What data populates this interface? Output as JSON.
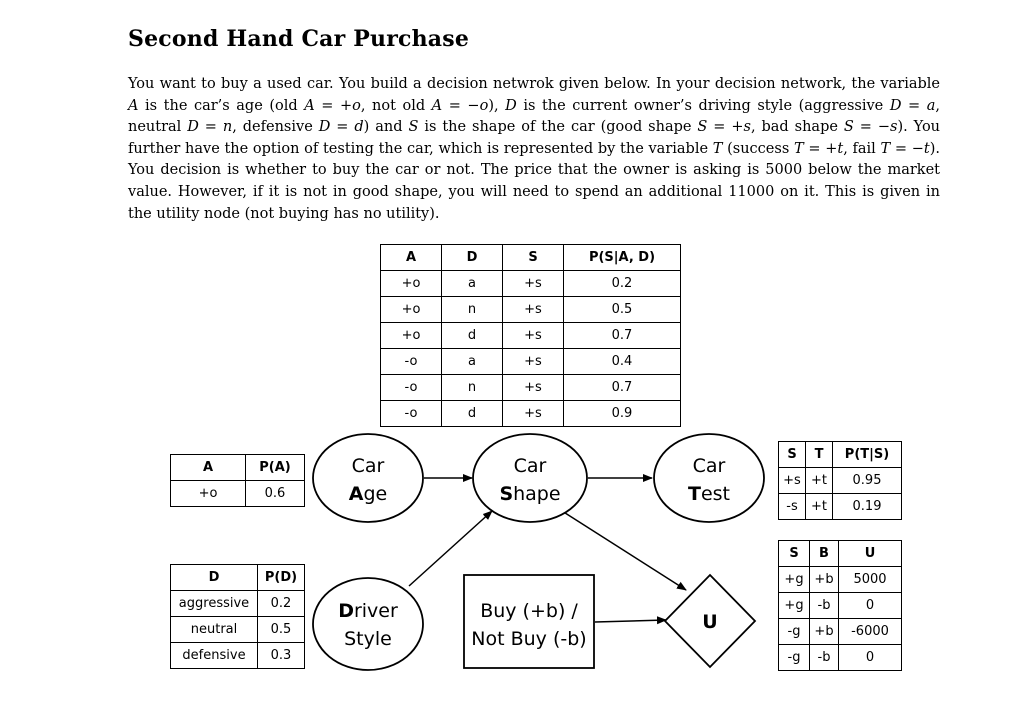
{
  "title": "Second Hand Car Purchase",
  "intro": [
    {
      "t": "You want to buy a used car. You build a decision netwrok given below. In your decision network, the variable "
    },
    {
      "m": "A"
    },
    {
      "t": " is the car’s age (old "
    },
    {
      "m": "A"
    },
    {
      "t": " = +"
    },
    {
      "m": "o"
    },
    {
      "t": ", not old "
    },
    {
      "m": "A"
    },
    {
      "t": " = −"
    },
    {
      "m": "o"
    },
    {
      "t": "), "
    },
    {
      "m": "D"
    },
    {
      "t": " is the current owner’s driving style (aggressive "
    },
    {
      "m": "D"
    },
    {
      "t": " = "
    },
    {
      "m": "a"
    },
    {
      "t": ", neutral "
    },
    {
      "m": "D"
    },
    {
      "t": " = "
    },
    {
      "m": "n"
    },
    {
      "t": ", defensive "
    },
    {
      "m": "D"
    },
    {
      "t": " = "
    },
    {
      "m": "d"
    },
    {
      "t": ") and "
    },
    {
      "m": "S"
    },
    {
      "t": " is the shape of the car (good shape "
    },
    {
      "m": "S"
    },
    {
      "t": " = +"
    },
    {
      "m": "s"
    },
    {
      "t": ", bad shape "
    },
    {
      "m": "S"
    },
    {
      "t": " = −"
    },
    {
      "m": "s"
    },
    {
      "t": "). You further have the option of testing the car, which is represented by the variable "
    },
    {
      "m": "T"
    },
    {
      "t": " (success "
    },
    {
      "m": "T"
    },
    {
      "t": " = +"
    },
    {
      "m": "t"
    },
    {
      "t": ", fail "
    },
    {
      "m": "T"
    },
    {
      "t": " = −"
    },
    {
      "m": "t"
    },
    {
      "t": "). You decision is whether to buy the car or not. The price that the owner is asking is 5000 below the market value. However, if it is not in good shape, you will need to spend an additional 11000 on it. This is given in the utility node (not buying has no utility)."
    }
  ],
  "nodes": {
    "car_age": {
      "line1": "Car",
      "line2": "Age"
    },
    "car_shape": {
      "line1": "Car",
      "line2": "Shape"
    },
    "car_test": {
      "line1": "Car",
      "line2": "Test"
    },
    "driver_style": {
      "line1": "Driver",
      "line2": "Style"
    },
    "buy": {
      "line1": "Buy (+b) /",
      "line2": "Not Buy (-b)"
    },
    "utility": {
      "label": "U"
    }
  },
  "tables": {
    "p_s": {
      "headers": [
        "A",
        "D",
        "S",
        "P(S|A, D)"
      ],
      "rows": [
        [
          "+o",
          "a",
          "+s",
          "0.2"
        ],
        [
          "+o",
          "n",
          "+s",
          "0.5"
        ],
        [
          "+o",
          "d",
          "+s",
          "0.7"
        ],
        [
          "-o",
          "a",
          "+s",
          "0.4"
        ],
        [
          "-o",
          "n",
          "+s",
          "0.7"
        ],
        [
          "-o",
          "d",
          "+s",
          "0.9"
        ]
      ]
    },
    "p_a": {
      "headers": [
        "A",
        "P(A)"
      ],
      "rows": [
        [
          "+o",
          "0.6"
        ]
      ]
    },
    "p_d": {
      "headers": [
        "D",
        "P(D)"
      ],
      "rows": [
        [
          "aggressive",
          "0.2"
        ],
        [
          "neutral",
          "0.5"
        ],
        [
          "defensive",
          "0.3"
        ]
      ]
    },
    "p_t": {
      "headers": [
        "S",
        "T",
        "P(T|S)"
      ],
      "rows": [
        [
          "+s",
          "+t",
          "0.95"
        ],
        [
          "-s",
          "+t",
          "0.19"
        ]
      ]
    },
    "u": {
      "headers": [
        "S",
        "B",
        "U"
      ],
      "rows": [
        [
          "+g",
          "+b",
          "5000"
        ],
        [
          "+g",
          "-b",
          "0"
        ],
        [
          "-g",
          "+b",
          "-6000"
        ],
        [
          "-g",
          "-b",
          "0"
        ]
      ]
    }
  }
}
